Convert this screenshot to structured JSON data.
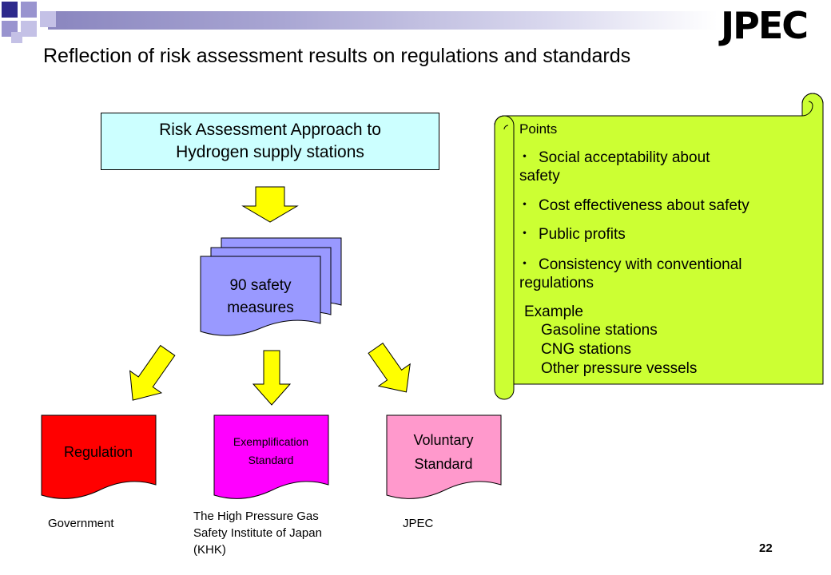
{
  "slide": {
    "title": "Reflection of risk assessment results on regulations and standards",
    "logo_text": "JPEC",
    "page_number": "22",
    "colors": {
      "header_bar": "#8a86bf",
      "approach_box": "#ccffff",
      "safety_doc": "#9999ff",
      "arrow": "#ffff00",
      "scroll": "#ccff33",
      "regulation": "#ff0000",
      "exemplification": "#ff00ff",
      "voluntary": "#ff99cc"
    }
  },
  "approach": {
    "line1": "Risk Assessment Approach to",
    "line2": "Hydrogen supply stations"
  },
  "safety": {
    "line1": "90 safety",
    "line2": "measures"
  },
  "outputs": {
    "regulation": {
      "label": "Regulation",
      "owner": "Government"
    },
    "exemplification": {
      "line1": "Exemplification",
      "line2": "Standard",
      "owner_line1": "The High Pressure Gas",
      "owner_line2": "Safety Institute of Japan",
      "owner_line3": "(KHK)"
    },
    "voluntary": {
      "line1": "Voluntary",
      "line2": "Standard",
      "owner": "JPEC"
    }
  },
  "points": {
    "heading": "Points",
    "bullet": "・",
    "items": [
      {
        "line1": "Social acceptability about",
        "line2": "safety"
      },
      {
        "line1": "Cost effectiveness about safety",
        "line2": ""
      },
      {
        "line1": "Public profits",
        "line2": ""
      },
      {
        "line1": "Consistency with conventional",
        "line2": "regulations"
      }
    ],
    "example_heading": "Example",
    "examples": [
      "Gasoline stations",
      "CNG stations",
      "Other pressure vessels"
    ]
  }
}
